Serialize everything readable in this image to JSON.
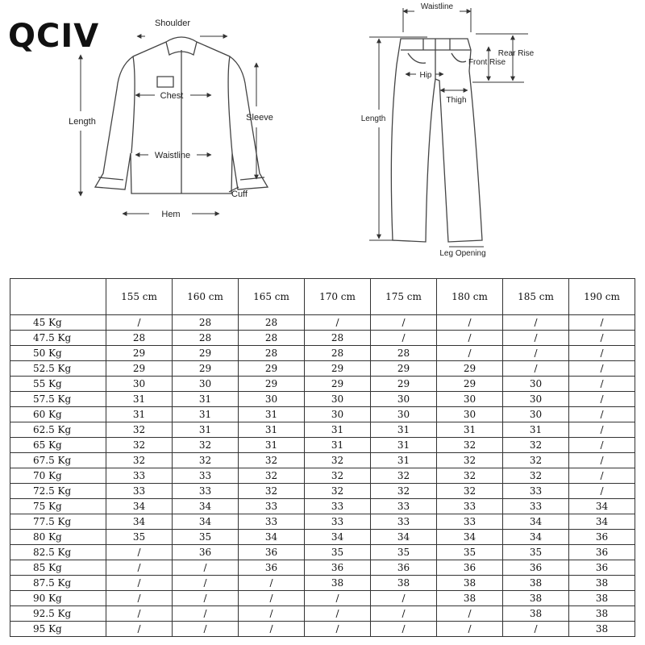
{
  "brand": "QCIV",
  "jacket_labels": {
    "shoulder": "Shoulder",
    "chest": "Chest",
    "length": "Length",
    "sleeve": "Sleeve",
    "waistline": "Waistline",
    "cuff": "Cuff",
    "hem": "Hem"
  },
  "pants_labels": {
    "waistline": "Waistline",
    "rear_rise": "Rear Rise",
    "front_rise": "Front Rise",
    "hip": "Hip",
    "thigh": "Thigh",
    "length": "Length",
    "leg_opening": "Leg Opening"
  },
  "size_table": {
    "heights": [
      "155 cm",
      "160 cm",
      "165 cm",
      "170 cm",
      "175 cm",
      "180 cm",
      "185 cm",
      "190 cm"
    ],
    "rows": [
      {
        "weight": "45 Kg",
        "sizes": [
          "/",
          "28",
          "28",
          "/",
          "/",
          "/",
          "/",
          "/"
        ]
      },
      {
        "weight": "47.5 Kg",
        "sizes": [
          "28",
          "28",
          "28",
          "28",
          "/",
          "/",
          "/",
          "/"
        ]
      },
      {
        "weight": "50 Kg",
        "sizes": [
          "29",
          "29",
          "28",
          "28",
          "28",
          "/",
          "/",
          "/"
        ]
      },
      {
        "weight": "52.5 Kg",
        "sizes": [
          "29",
          "29",
          "29",
          "29",
          "29",
          "29",
          "/",
          "/"
        ]
      },
      {
        "weight": "55 Kg",
        "sizes": [
          "30",
          "30",
          "29",
          "29",
          "29",
          "29",
          "30",
          "/"
        ]
      },
      {
        "weight": "57.5 Kg",
        "sizes": [
          "31",
          "31",
          "30",
          "30",
          "30",
          "30",
          "30",
          "/"
        ]
      },
      {
        "weight": "60 Kg",
        "sizes": [
          "31",
          "31",
          "31",
          "30",
          "30",
          "30",
          "30",
          "/"
        ]
      },
      {
        "weight": "62.5 Kg",
        "sizes": [
          "32",
          "31",
          "31",
          "31",
          "31",
          "31",
          "31",
          "/"
        ]
      },
      {
        "weight": "65 Kg",
        "sizes": [
          "32",
          "32",
          "31",
          "31",
          "31",
          "32",
          "32",
          "/"
        ]
      },
      {
        "weight": "67.5 Kg",
        "sizes": [
          "32",
          "32",
          "32",
          "32",
          "31",
          "32",
          "32",
          "/"
        ]
      },
      {
        "weight": "70 Kg",
        "sizes": [
          "33",
          "33",
          "32",
          "32",
          "32",
          "32",
          "32",
          "/"
        ]
      },
      {
        "weight": "72.5 Kg",
        "sizes": [
          "33",
          "33",
          "32",
          "32",
          "32",
          "32",
          "33",
          "/"
        ]
      },
      {
        "weight": "75 Kg",
        "sizes": [
          "34",
          "34",
          "33",
          "33",
          "33",
          "33",
          "33",
          "34"
        ]
      },
      {
        "weight": "77.5 Kg",
        "sizes": [
          "34",
          "34",
          "33",
          "33",
          "33",
          "33",
          "34",
          "34"
        ]
      },
      {
        "weight": "80 Kg",
        "sizes": [
          "35",
          "35",
          "34",
          "34",
          "34",
          "34",
          "34",
          "36"
        ]
      },
      {
        "weight": "82.5 Kg",
        "sizes": [
          "/",
          "36",
          "36",
          "35",
          "35",
          "35",
          "35",
          "36"
        ]
      },
      {
        "weight": "85 Kg",
        "sizes": [
          "/",
          "/",
          "36",
          "36",
          "36",
          "36",
          "36",
          "36"
        ]
      },
      {
        "weight": "87.5 Kg",
        "sizes": [
          "/",
          "/",
          "/",
          "38",
          "38",
          "38",
          "38",
          "38"
        ]
      },
      {
        "weight": "90 Kg",
        "sizes": [
          "/",
          "/",
          "/",
          "/",
          "/",
          "38",
          "38",
          "38"
        ]
      },
      {
        "weight": "92.5 Kg",
        "sizes": [
          "/",
          "/",
          "/",
          "/",
          "/",
          "/",
          "38",
          "38"
        ]
      },
      {
        "weight": "95 Kg",
        "sizes": [
          "/",
          "/",
          "/",
          "/",
          "/",
          "/",
          "/",
          "38"
        ]
      }
    ]
  }
}
